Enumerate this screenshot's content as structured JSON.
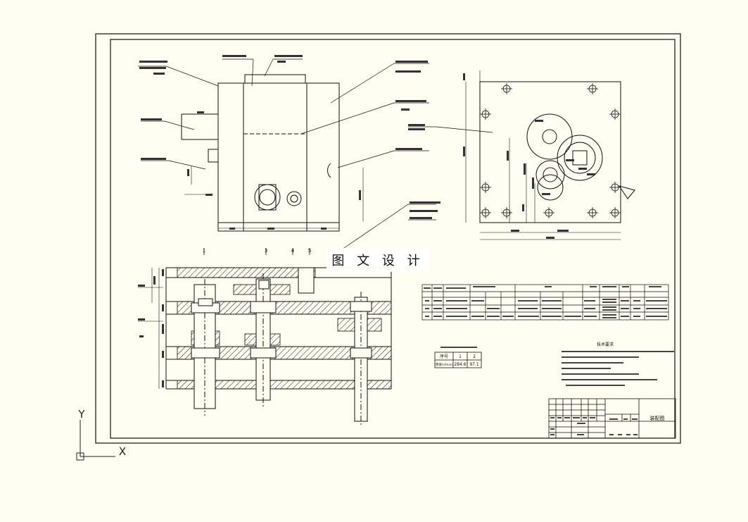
{
  "watermark": {
    "text": "图 文 设 计"
  },
  "ucs": {
    "x_label": "X",
    "y_label": "Y"
  },
  "legend_table": {
    "headers": [
      "序号",
      "1",
      "2"
    ],
    "row_label": "转速(r/min)",
    "values": [
      "284.6",
      "97.1"
    ]
  },
  "section_numbers": [
    "1",
    "3",
    "4",
    "5"
  ],
  "tech_notes_title": "技术要求",
  "title_block": {
    "name": "装配图"
  },
  "colors": {
    "line": "#111111",
    "paper": "#fefef2",
    "hatch": "#111111"
  }
}
